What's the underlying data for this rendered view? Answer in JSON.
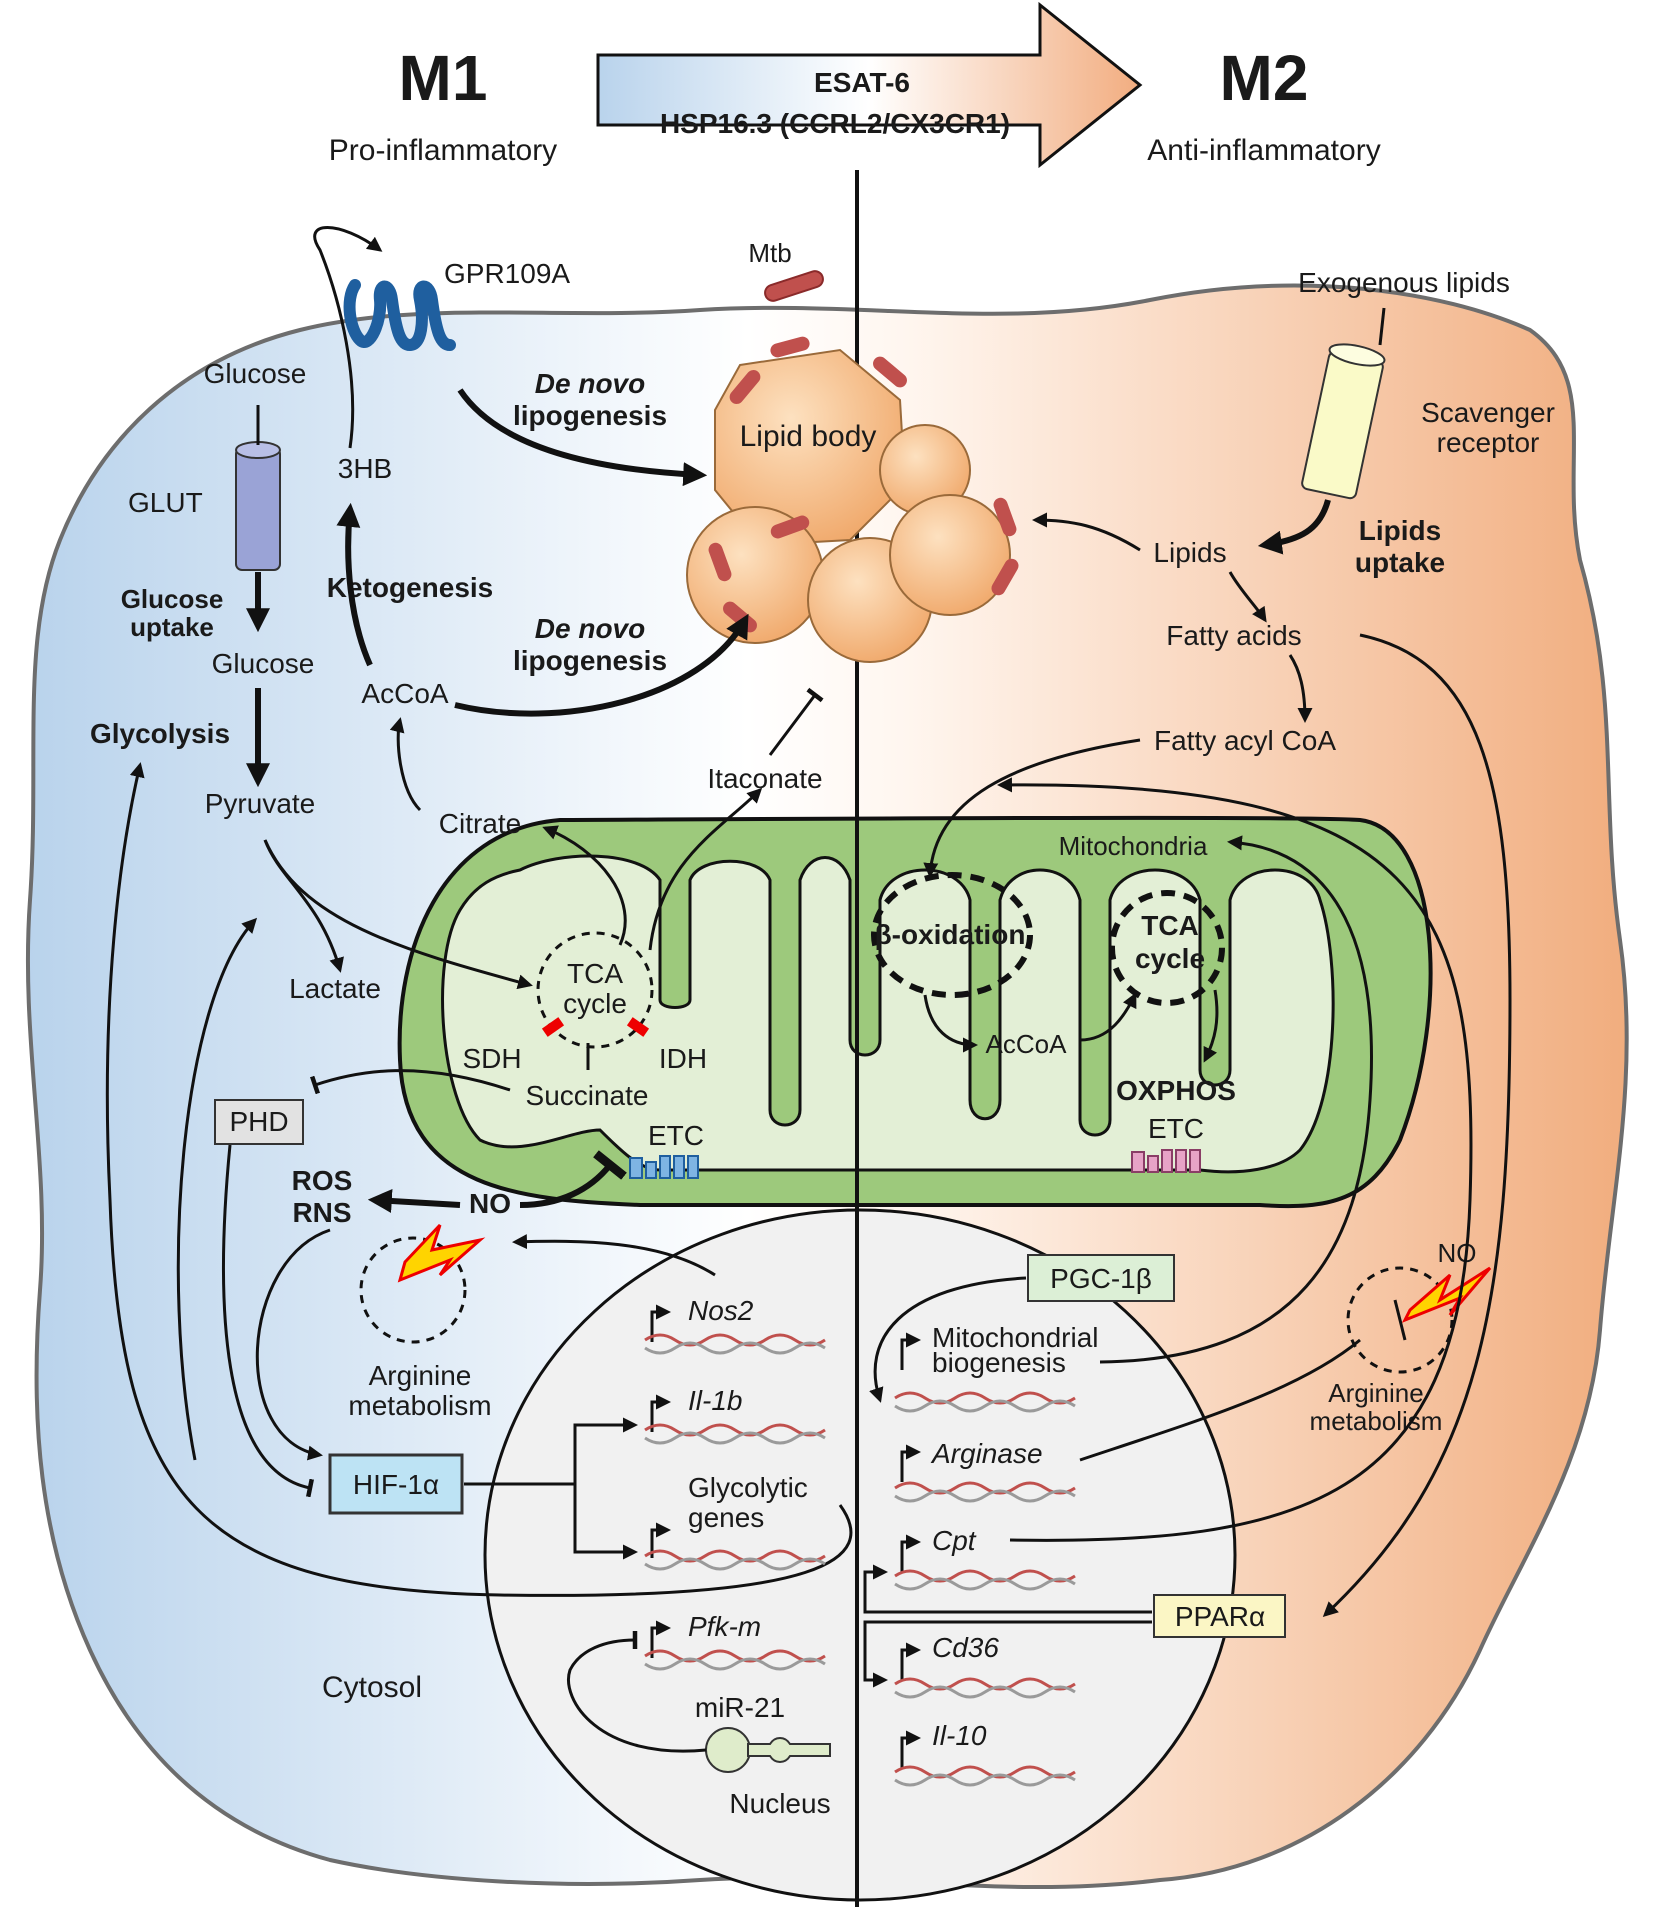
{
  "header": {
    "m1": "M1",
    "m1_sub": "Pro-inflammatory",
    "m2": "M2",
    "m2_sub": "Anti-inflammatory",
    "arrow_line1": "ESAT-6",
    "arrow_line2": "HSP16.3 (CCRL2/CX3CR1)"
  },
  "m1_side": {
    "gpr": "GPR109A",
    "mtb": "Mtb",
    "glucose_out": "Glucose",
    "glut": "GLUT",
    "glucose_uptake_1": "Glucose",
    "glucose_uptake_2": "uptake",
    "glucose_in": "Glucose",
    "glycolysis": "Glycolysis",
    "pyruvate": "Pyruvate",
    "lactate": "Lactate",
    "hb": "3HB",
    "ketogenesis": "Ketogenesis",
    "accoa": "AcCoA",
    "citrate": "Citrate",
    "itaconate": "Itaconate",
    "dnl1_a": "De novo",
    "dnl1_b": "lipogenesis",
    "dnl2_a": "De novo",
    "dnl2_b": "lipogenesis",
    "lipid_body": "Lipid body",
    "tca_a": "TCA",
    "tca_b": "cycle",
    "sdh": "SDH",
    "idh": "IDH",
    "succinate": "Succinate",
    "etc": "ETC",
    "phd": "PHD",
    "ros": "ROS",
    "rns": "RNS",
    "no": "NO",
    "arg_a": "Arginine",
    "arg_b": "metabolism",
    "hif": "HIF-1α",
    "cytosol": "Cytosol"
  },
  "nucleus": {
    "nos2": "Nos2",
    "il1b": "Il-1b",
    "glyco_a": "Glycolytic",
    "glyco_b": "genes",
    "pfkm": "Pfk-m",
    "mir21": "miR-21",
    "label": "Nucleus",
    "mito_bio_a": "Mitochondrial",
    "mito_bio_b": "biogenesis",
    "arginase": "Arginase",
    "cpt": "Cpt",
    "cd36": "Cd36",
    "il10": "Il-10"
  },
  "m2_side": {
    "exo": "Exogenous lipids",
    "scav_a": "Scavenger",
    "scav_b": "receptor",
    "lipids": "Lipids",
    "uptake_a": "Lipids",
    "uptake_b": "uptake",
    "fatty_acids": "Fatty acids",
    "facoa": "Fatty acyl CoA",
    "mito": "Mitochondria",
    "beta_ox": "β-oxidation",
    "tca_a": "TCA",
    "tca_b": "cycle",
    "accoa": "AcCoA",
    "oxphos": "OXPHOS",
    "etc": "ETC",
    "pgc": "PGC-1β",
    "no": "NO",
    "arg_a": "Arginine",
    "arg_b": "metabolism",
    "ppar": "PPARα"
  },
  "colors": {
    "m1_bg": "#c6dcef",
    "m2_bg": "#f3b88d",
    "mito_outer": "#9dc97c",
    "mito_inner": "#e3efd6",
    "nucleus": "#f1f1f1",
    "lipid": "#f5c48c"
  }
}
